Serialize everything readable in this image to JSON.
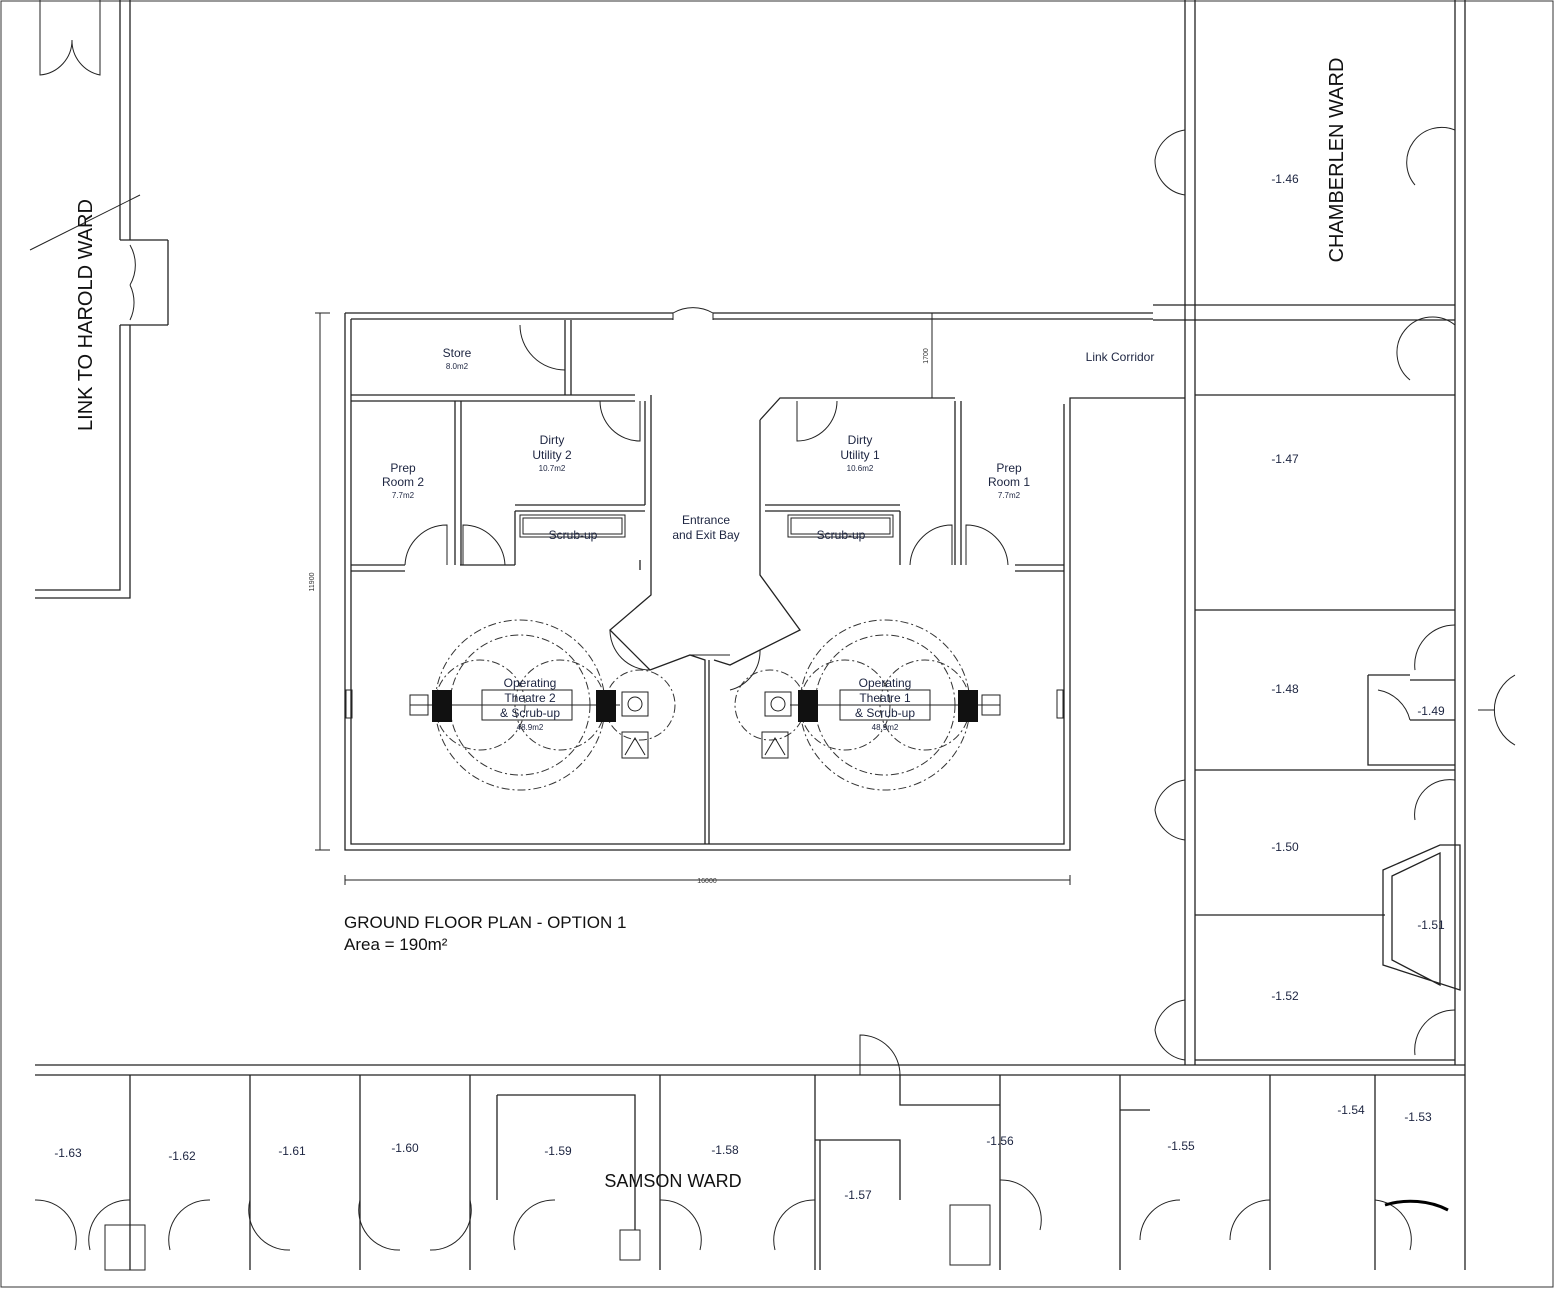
{
  "plan": {
    "title": "GROUND FLOOR PLAN - OPTION 1",
    "area": "Area = 190m²"
  },
  "wards": {
    "harold": "LINK TO HAROLD WARD",
    "chamberlen": "CHAMBERLEN WARD",
    "samson": "SAMSON WARD"
  },
  "rooms": {
    "store": {
      "name": "Store",
      "area": "8.0m2"
    },
    "prep2": {
      "line1": "Prep",
      "line2": "Room 2",
      "area": "7.7m2"
    },
    "dirty2": {
      "line1": "Dirty",
      "line2": "Utility 2",
      "area": "10.7m2"
    },
    "entrance": {
      "line1": "Entrance",
      "line2": "and Exit Bay"
    },
    "dirty1": {
      "line1": "Dirty",
      "line2": "Utility 1",
      "area": "10.6m2"
    },
    "prep1": {
      "line1": "Prep",
      "line2": "Room 1",
      "area": "7.7m2"
    },
    "scrub2": "Scrub-up",
    "scrub1": "Scrub-up",
    "theatre2": {
      "line1": "Operating",
      "line2": "Theatre 2",
      "line3": "& Scrub-up",
      "area": "48.9m2"
    },
    "theatre1": {
      "line1": "Operating",
      "line2": "Theatre 1",
      "line3": "& Scrub-up",
      "area": "48.9m2"
    },
    "link_corridor": "Link Corridor"
  },
  "dimensions": {
    "height": "11900",
    "width": "16000",
    "corridor": "1700"
  },
  "room_numbers": {
    "r146": "-1.46",
    "r147": "-1.47",
    "r148": "-1.48",
    "r149": "-1.49",
    "r150": "-1.50",
    "r151": "-1.51",
    "r152": "-1.52",
    "r153": "-1.53",
    "r154": "-1.54",
    "r155": "-1.55",
    "r156": "-1.56",
    "r157": "-1.57",
    "r158": "-1.58",
    "r159": "-1.59",
    "r160": "-1.60",
    "r161": "-1.61",
    "r162": "-1.62",
    "r163": "-1.63"
  }
}
